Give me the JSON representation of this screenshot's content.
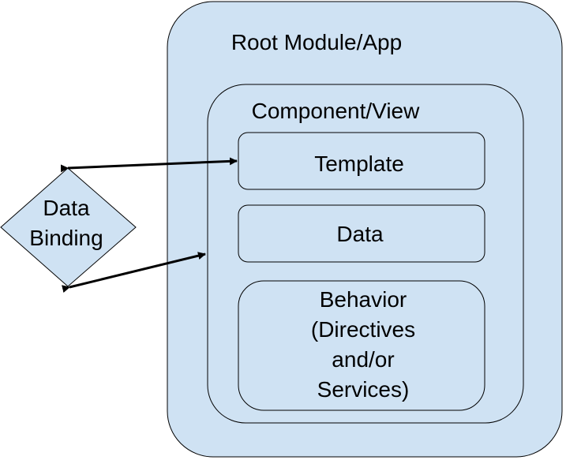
{
  "diagram": {
    "root": {
      "label": "Root Module/App"
    },
    "component": {
      "label": "Component/View"
    },
    "template": {
      "label": "Template"
    },
    "data_box": {
      "label": "Data"
    },
    "behavior": {
      "line1": "Behavior",
      "line2": "(Directives",
      "line3": "and/or",
      "line4": "Services)"
    },
    "data_binding": {
      "line1": "Data",
      "line2": "Binding"
    },
    "colors": {
      "fill": "#cfe2f3",
      "stroke": "#000000",
      "arrow": "#000000",
      "background": "#ffffff"
    }
  }
}
